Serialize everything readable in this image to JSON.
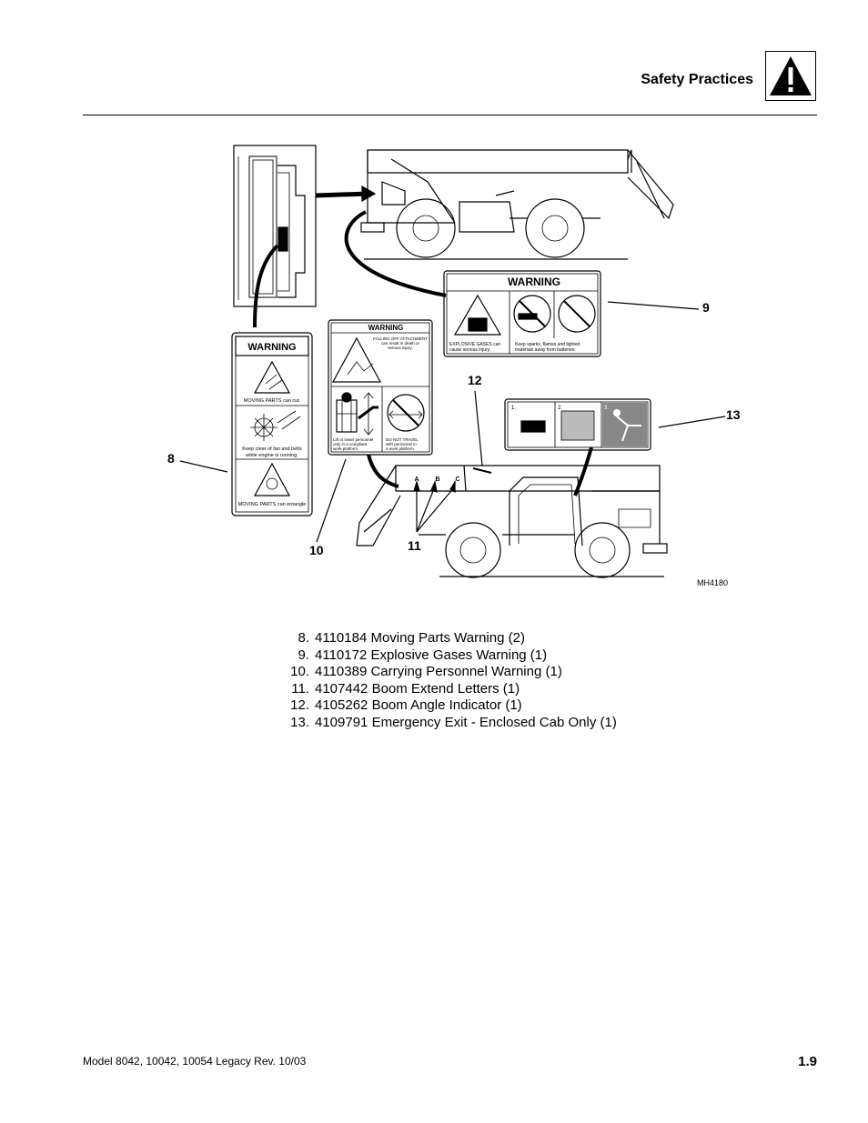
{
  "header": {
    "title": "Safety Practices",
    "icon": "warning-triangle-icon"
  },
  "figure": {
    "id": "MH4180",
    "callouts": [
      "8",
      "9",
      "10",
      "11",
      "12",
      "13"
    ],
    "decal_moving_parts": {
      "heading": "WARNING",
      "caption1": "MOVING PARTS can cut.",
      "caption2a": "Keep clear of fan and belts",
      "caption2b": "while engine is running.",
      "caption3": "MOVING PARTS can entangle"
    },
    "decal_personnel": {
      "heading": "WARNING",
      "t1": "FALLING OFF ATTACHMENT",
      "t2": "can result in death or",
      "t3": "serious injury.",
      "l1": "Lift or lower personnel",
      "l2": "only in a compliant",
      "l3": "work platform.",
      "r1": "DO NOT TRAVEL",
      "r2": "with personnel in",
      "r3": "a work platform."
    },
    "decal_gases": {
      "heading": "WARNING",
      "l1": "EXPLOSIVE GASES can",
      "l2": "cause serious injury.",
      "r1": "Keep sparks, flames and lighted",
      "r2": "materials away from batteries."
    },
    "decal_exit": {
      "p1": "1.",
      "p2": "2.",
      "p3": "3."
    },
    "boom_letters": [
      "A",
      "B",
      "C"
    ]
  },
  "parts_list": [
    {
      "num": "8.",
      "text": "4110184 Moving Parts Warning (2)"
    },
    {
      "num": "9.",
      "text": "4110172 Explosive Gases Warning (1)"
    },
    {
      "num": "10.",
      "text": "4110389 Carrying Personnel Warning (1)"
    },
    {
      "num": "11.",
      "text": "4107442 Boom Extend Letters (1)"
    },
    {
      "num": "12.",
      "text": "4105262 Boom Angle Indicator (1)"
    },
    {
      "num": "13.",
      "text": "4109791 Emergency Exit - Enclosed Cab Only (1)"
    }
  ],
  "footer": {
    "left": "Model  8042, 10042, 10054 Legacy    Rev.  10/03",
    "page": "1.9"
  }
}
